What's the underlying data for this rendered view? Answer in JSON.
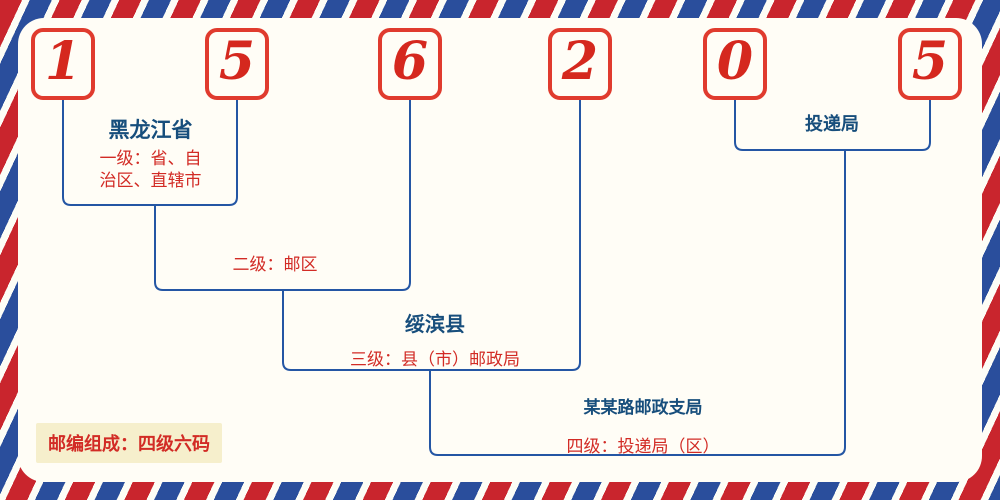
{
  "digits": [
    "1",
    "5",
    "6",
    "2",
    "0",
    "5"
  ],
  "labels": {
    "level1": {
      "title": "黑龙江省",
      "desc_line1": "一级：省、自",
      "desc_line2": "治区、直辖市"
    },
    "level2": {
      "desc": "二级：邮区"
    },
    "level3": {
      "title": "绥滨县",
      "desc": "三级：县（市）邮政局"
    },
    "level4": {
      "title": "某某路邮政支局",
      "desc": "四级：投递局（区）"
    },
    "delivery": {
      "title": "投递局"
    },
    "footer": {
      "text": "邮编组成：四级六码"
    }
  },
  "colors": {
    "stripe_red": "#c9252d",
    "stripe_blue": "#2a4e9c",
    "panel_bg": "#fffdf6",
    "digit_red": "#d5281e",
    "box_border_red": "#e03b2e",
    "line_blue": "#2456a4",
    "text_blue": "#174e7c",
    "text_red": "#d22b25",
    "footer_bg": "#f6efcc"
  }
}
